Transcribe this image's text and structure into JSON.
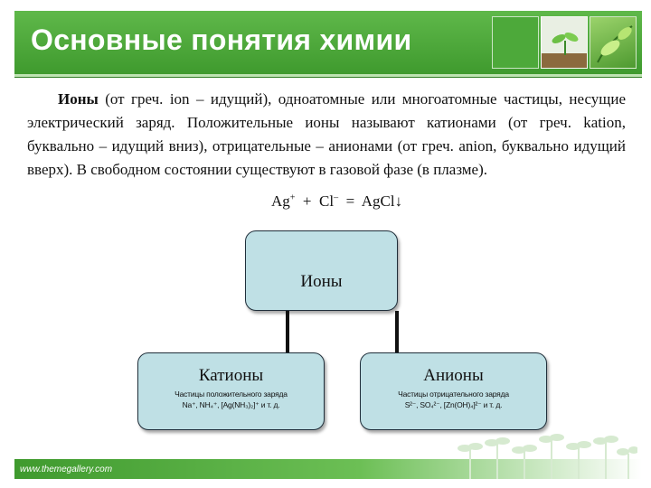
{
  "slide": {
    "title": "Основные понятия химии",
    "accent_color": "#4da93a",
    "thumbnails": [
      "green-panel",
      "sprout-photo",
      "leaf-photo"
    ]
  },
  "body": {
    "term": "Ионы",
    "text": " (от греч. ion – идущий), одноатомные или многоатомные частицы, несущие электрический заряд. Положительные ионы называют катионами (от греч. kation, буквально – идущий вниз), отрицательные – анионами (от греч. anion, буквально идущий вверх). В свободном состоянии существуют в газовой фазе (в плазме).",
    "equation": {
      "ag": "Ag",
      "ag_charge": "+",
      "plus": "  +  ",
      "cl": "Cl",
      "cl_charge": "–",
      "rhs": "  =  AgCl↓"
    }
  },
  "diagram": {
    "root": "Ионы",
    "cations": {
      "label": "Катионы",
      "sub1": "Частицы положительного заряда",
      "sub2": "Na⁺, NH₄⁺, [Ag(NH₃)₂]⁺ и т. д."
    },
    "anions": {
      "label": "Анионы",
      "sub1": "Частицы отрицательного заряда",
      "sub2": "S²⁻, SO₄²⁻, [Zn(OH)₄]²⁻ и т. д."
    },
    "box_color": "#bfe0e5"
  },
  "footer": {
    "url": "www.themegallery.com"
  }
}
